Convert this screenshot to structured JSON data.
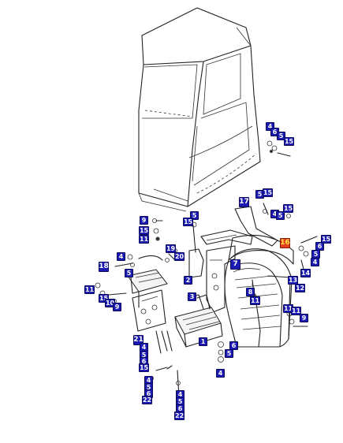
{
  "diagram": {
    "highlight_color": "#e8401e",
    "callout_color": "#1b1bb4",
    "labels": {
      "l4a": "4",
      "l6a": "6",
      "l5a": "5",
      "l15a": "15",
      "l5b": "5",
      "l15b": "15",
      "l17": "17",
      "l4b": "4",
      "l15c": "15",
      "l5c": "5",
      "l9a": "9",
      "l5d": "5",
      "l15d": "15",
      "l15e": "15",
      "l11a": "11",
      "l16": "16",
      "l15f": "15",
      "l6b": "6",
      "l5e": "5",
      "l4c": "4",
      "l19": "19",
      "l20": "20",
      "l4d": "4",
      "l18": "18",
      "l5f": "5",
      "l7": "7",
      "l2": "2",
      "l14": "14",
      "l13": "13",
      "l12": "12",
      "l11b": "11",
      "l15g": "15",
      "l10": "10",
      "l9b": "9",
      "l8": "8",
      "l11c": "11",
      "l3": "3",
      "l11d": "11",
      "l11e": "11",
      "l9c": "9",
      "l21": "21",
      "l1": "1",
      "l4e": "4",
      "l5g": "5",
      "l6c": "6",
      "l15h": "15",
      "l6d": "6",
      "l5h": "5",
      "l4f": "4",
      "l4g": "4",
      "l5i": "5",
      "l6e": "6",
      "l22a": "22",
      "l4h": "4",
      "l5j": "5",
      "l6f": "6",
      "l22b": "22"
    }
  }
}
